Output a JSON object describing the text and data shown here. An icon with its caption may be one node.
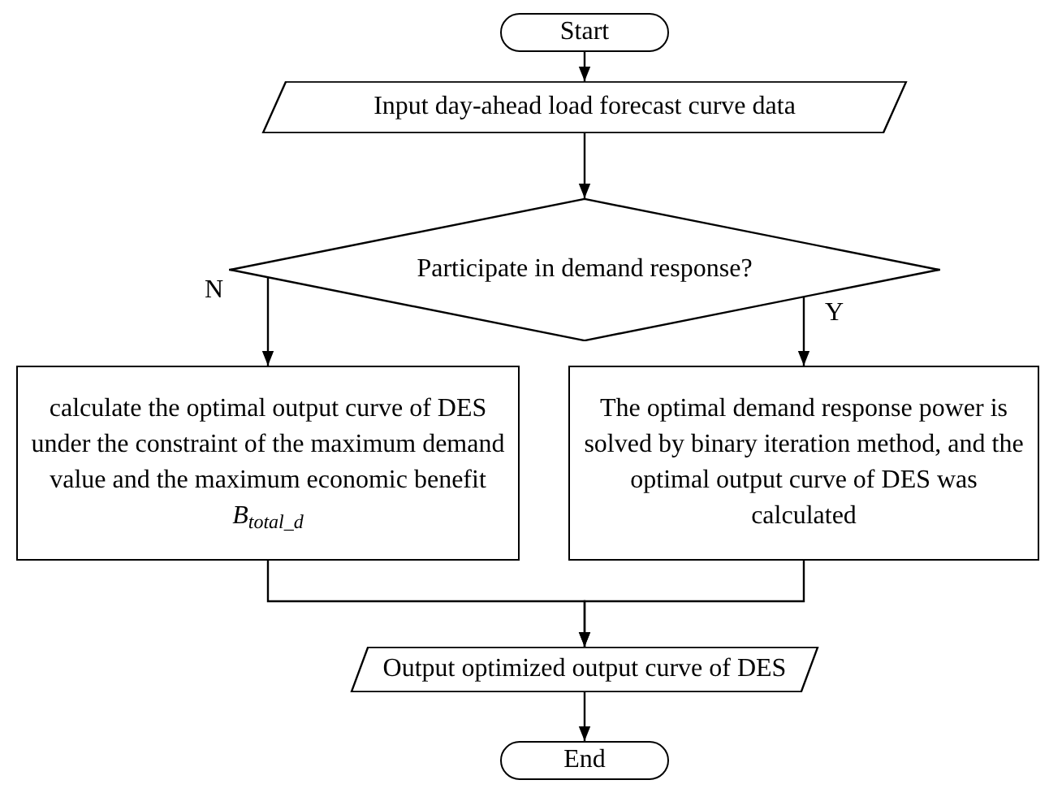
{
  "diagram": {
    "nodes": [
      {
        "text": [
          "Start"
        ]
      },
      {
        "text": [
          "Input day-ahead load forecast curve data"
        ]
      },
      {
        "text": [
          "Participate in demand response?"
        ]
      },
      {
        "text": [
          "calculate the optimal output curve of DES under the constraint of the maximum demand value and the maximum economic benefit *B*$_{total_d}$"
        ]
      },
      {
        "text": [
          "The optimal demand response power is solved by binary iteration method, and the optimal output curve of DES was calculated"
        ]
      },
      {
        "text": [
          "Output optimized output curve of DES"
        ]
      },
      {
        "text": [
          "End"
        ]
      }
    ],
    "edges": [
      {
        "from": 0,
        "to": 1,
        "arrow": "to"
      },
      {
        "from": 1,
        "to": 2,
        "arrow": "to"
      },
      {
        "from": 2,
        "to": 3,
        "arrow": "to",
        "label": "N"
      },
      {
        "from": 2,
        "to": 4,
        "arrow": "to",
        "label": "Y"
      },
      {
        "from": 3,
        "to": 5,
        "arrow": "to"
      },
      {
        "from": 4,
        "to": 5,
        "arrow": "to"
      },
      {
        "from": 5,
        "to": 6,
        "arrow": "to"
      }
    ]
  }
}
